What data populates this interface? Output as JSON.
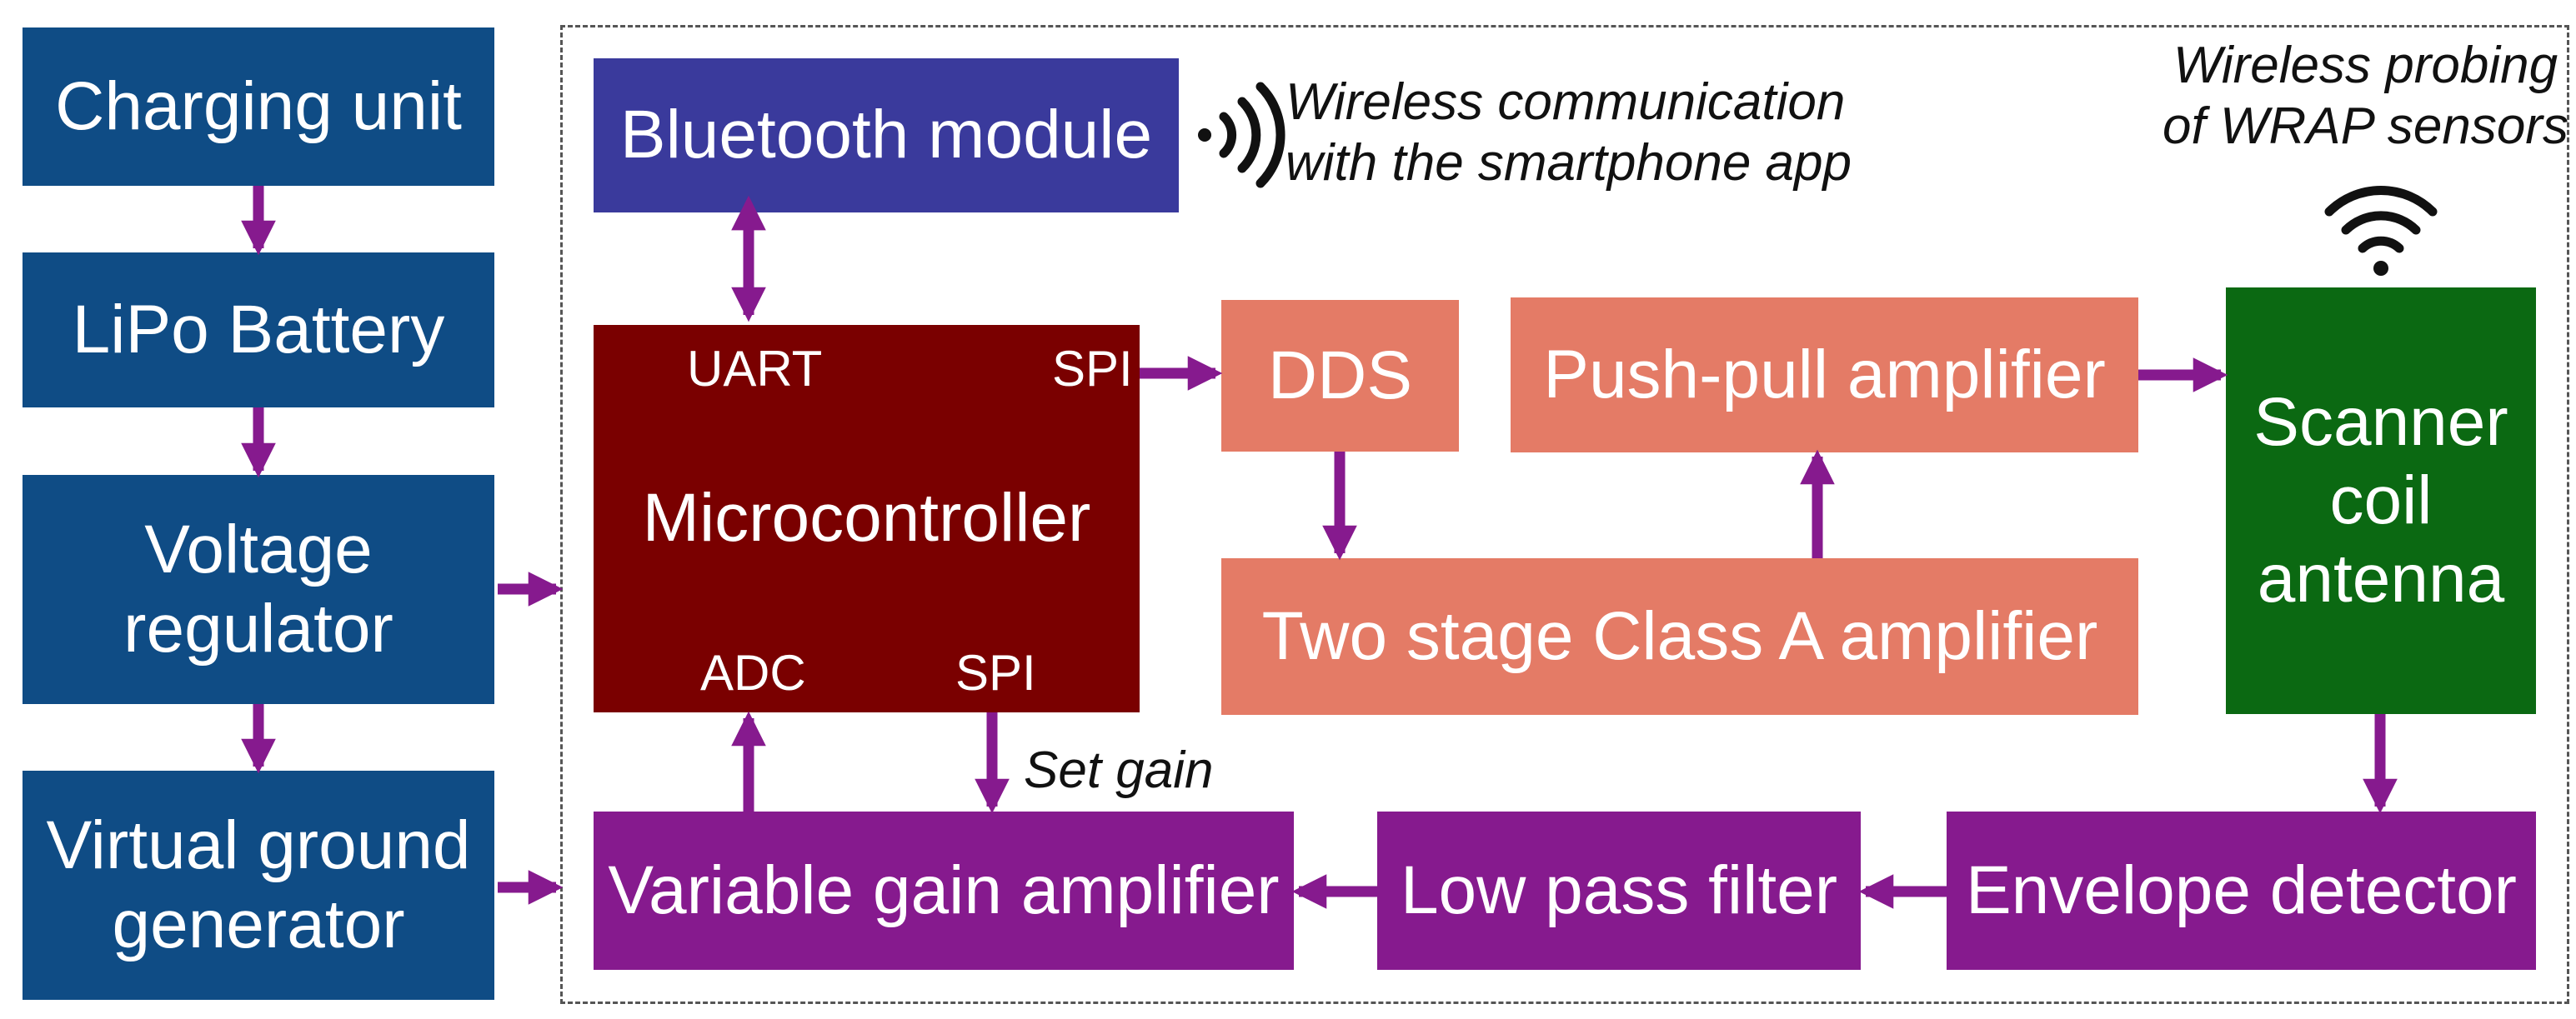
{
  "power": {
    "charging_unit": "Charging unit",
    "battery": "LiPo Battery",
    "regulator_line1": "Voltage",
    "regulator_line2": "regulator",
    "vground_line1": "Virtual ground",
    "vground_line2": "generator"
  },
  "bluetooth": {
    "label": "Bluetooth module",
    "note_line1": "Wireless communication",
    "note_line2": "with the smartphone app"
  },
  "mcu": {
    "label": "Microcontroller",
    "uart": "UART",
    "spi_out": "SPI",
    "adc": "ADC",
    "spi_gain": "SPI",
    "set_gain": "Set gain"
  },
  "tx": {
    "dds": "DDS",
    "push_pull": "Push-pull amplifier",
    "class_a": "Two stage Class A amplifier"
  },
  "antenna": {
    "line1": "Scanner",
    "line2": "coil",
    "line3": "antenna",
    "note_line1": "Wireless probing",
    "note_line2": "of WRAP sensors"
  },
  "rx": {
    "vga": "Variable gain amplifier",
    "lpf": "Low pass filter",
    "envelope": "Envelope detector"
  },
  "colors": {
    "power_blue": "#0f4c85",
    "bluetooth_indigo": "#3a3a9c",
    "mcu_maroon": "#7a0000",
    "tx_salmon": "#e47b66",
    "antenna_green": "#0b6912",
    "rx_purple": "#861a8e",
    "arrow_purple": "#861a8e"
  },
  "icons": [
    "wireless-signal-icon",
    "wifi-icon"
  ]
}
